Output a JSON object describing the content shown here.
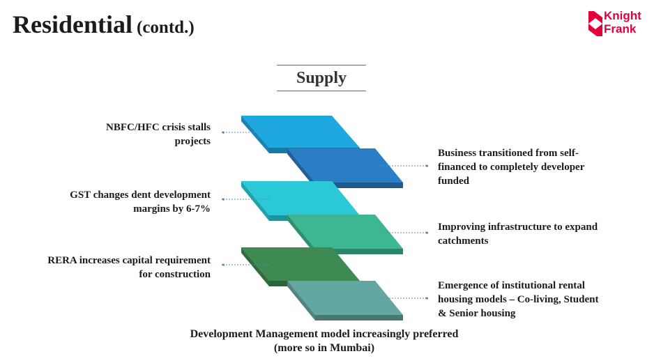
{
  "title": {
    "main": "Residential",
    "sub": "(contd.)"
  },
  "logo": {
    "line1": "Knight",
    "line2": "Frank",
    "color": "#e4003b"
  },
  "supply_label": "Supply",
  "left_labels": [
    {
      "text": "NBFC/HFC crisis stalls projects"
    },
    {
      "text": "GST changes dent development margins by 6-7%"
    },
    {
      "text": "RERA increases capital requirement for construction"
    }
  ],
  "right_labels": [
    {
      "text": "Business transitioned from self-financed to completely developer funded"
    },
    {
      "text": "Improving infrastructure to expand catchments"
    },
    {
      "text": "Emergence of institutional rental housing models – Co-living, Student & Senior housing"
    }
  ],
  "layer_colors": [
    "#1fa8df",
    "#2a7ec6",
    "#2bc9d7",
    "#3db791",
    "#3f8a52",
    "#64a7a2"
  ],
  "footer": {
    "line1": "Development Management model increasingly preferred",
    "line2": "(more so in Mumbai)"
  }
}
